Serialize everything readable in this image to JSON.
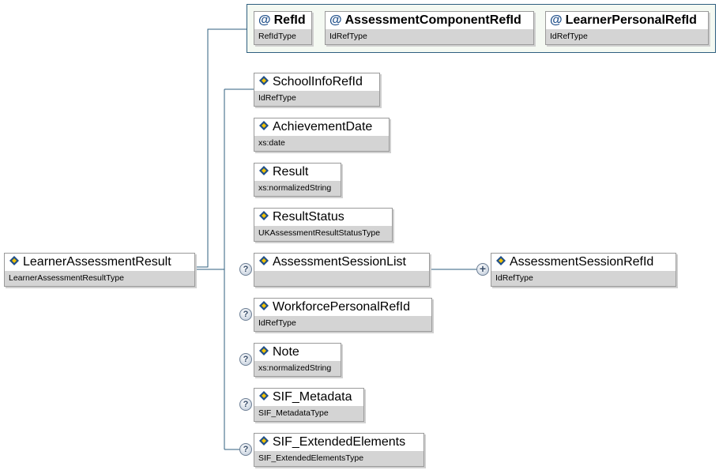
{
  "colors": {
    "connector": "#2f5f7f",
    "attribute_group_bg": "#f4f9f2",
    "type_bar": "#d4d4d4"
  },
  "root": {
    "name": "LearnerAssessmentResult",
    "type": "LearnerAssessmentResultType",
    "icon": "element-icon"
  },
  "attributes": [
    {
      "name": "RefId",
      "type": "RefIdType",
      "icon": "at-icon"
    },
    {
      "name": "AssessmentComponentRefId",
      "type": "IdRefType",
      "icon": "at-icon"
    },
    {
      "name": "LearnerPersonalRefId",
      "type": "IdRefType",
      "icon": "at-icon"
    }
  ],
  "attribute_symbol": "@",
  "optional_symbol": "?",
  "expand_symbol": "+",
  "children": [
    {
      "name": "SchoolInfoRefId",
      "type": "IdRefType",
      "optional": false
    },
    {
      "name": "AchievementDate",
      "type": "xs:date",
      "optional": false
    },
    {
      "name": "Result",
      "type": "xs:normalizedString",
      "optional": false
    },
    {
      "name": "ResultStatus",
      "type": "UKAssessmentResultStatusType",
      "optional": false
    },
    {
      "name": "AssessmentSessionList",
      "type": "",
      "optional": true
    },
    {
      "name": "WorkforcePersonalRefId",
      "type": "IdRefType",
      "optional": true
    },
    {
      "name": "Note",
      "type": "xs:normalizedString",
      "optional": true
    },
    {
      "name": "SIF_Metadata",
      "type": "SIF_MetadataType",
      "optional": true
    },
    {
      "name": "SIF_ExtendedElements",
      "type": "SIF_ExtendedElementsType",
      "optional": true
    }
  ],
  "grandchild": {
    "name": "AssessmentSessionRefId",
    "type": "IdRefType"
  }
}
